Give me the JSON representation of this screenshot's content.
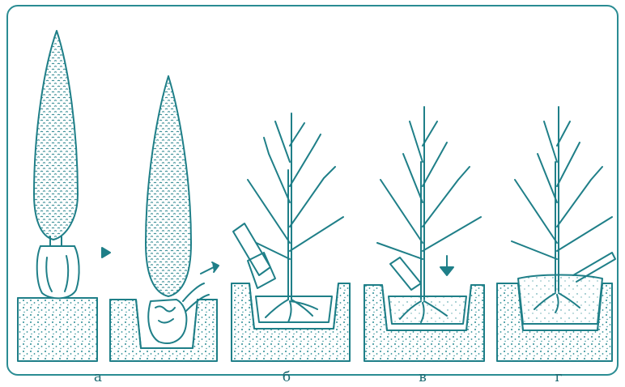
{
  "colors": {
    "ink": "#1f7f88",
    "soil_dot": "#2a8c93",
    "paper": "#ffffff"
  },
  "panels": [
    {
      "id": "a",
      "caption": "а"
    },
    {
      "id": "b",
      "caption": "б"
    },
    {
      "id": "v",
      "caption": "в"
    },
    {
      "id": "g",
      "caption": "г"
    }
  ],
  "icons": {
    "arrow_right": "arrow-right-icon",
    "arrow_down": "arrow-down-icon"
  }
}
